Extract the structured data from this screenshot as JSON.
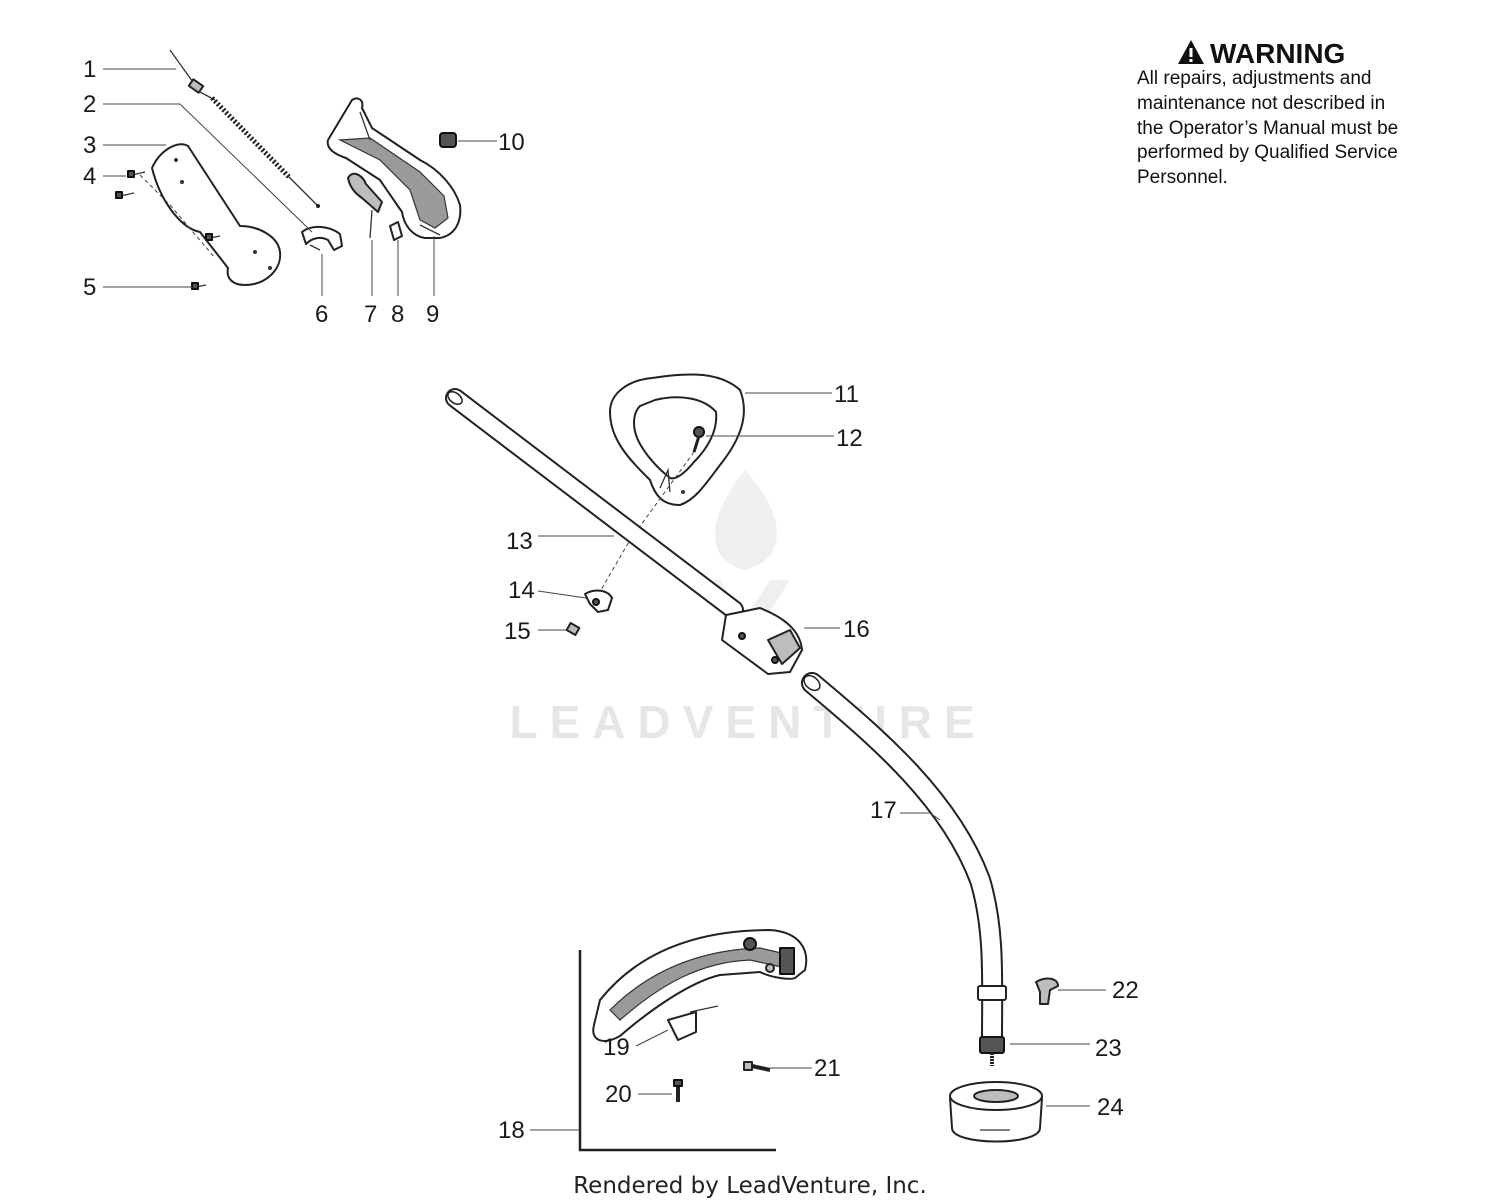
{
  "warning": {
    "icon": "warning-triangle-icon",
    "title": "WARNING",
    "lines": [
      "All repairs, adjustments and",
      "maintenance not described in",
      "the Operator’s Manual must be",
      "performed by Qualified Service",
      "Personnel."
    ]
  },
  "callouts": [
    "1",
    "2",
    "3",
    "4",
    "5",
    "6",
    "7",
    "8",
    "9",
    "10",
    "11",
    "12",
    "13",
    "14",
    "15",
    "16",
    "17",
    "18",
    "19",
    "20",
    "21",
    "22",
    "23",
    "24"
  ],
  "watermark": {
    "text": "LEADVENTURE",
    "icon": "flame-logo-icon"
  },
  "footer": {
    "text": "Rendered by LeadVenture, Inc."
  }
}
